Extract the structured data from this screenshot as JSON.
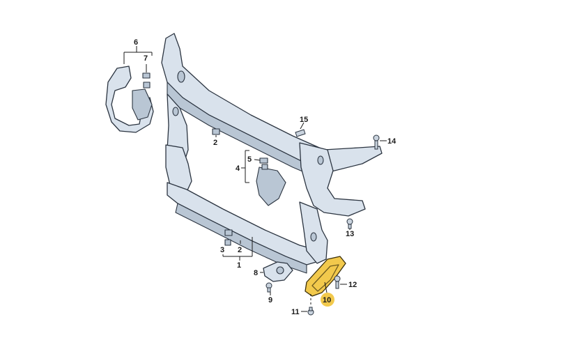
{
  "diagram": {
    "highlight_color": "#f2c94c",
    "part_color": "#d9e2ec",
    "callouts": {
      "c1": "1",
      "c2a": "2",
      "c2b": "2",
      "c3": "3",
      "c4": "4",
      "c5": "5",
      "c6": "6",
      "c7": "7",
      "c8": "8",
      "c9": "9",
      "c10": "10",
      "c11": "11",
      "c12": "12",
      "c13": "13",
      "c14": "14",
      "c15": "15"
    }
  }
}
